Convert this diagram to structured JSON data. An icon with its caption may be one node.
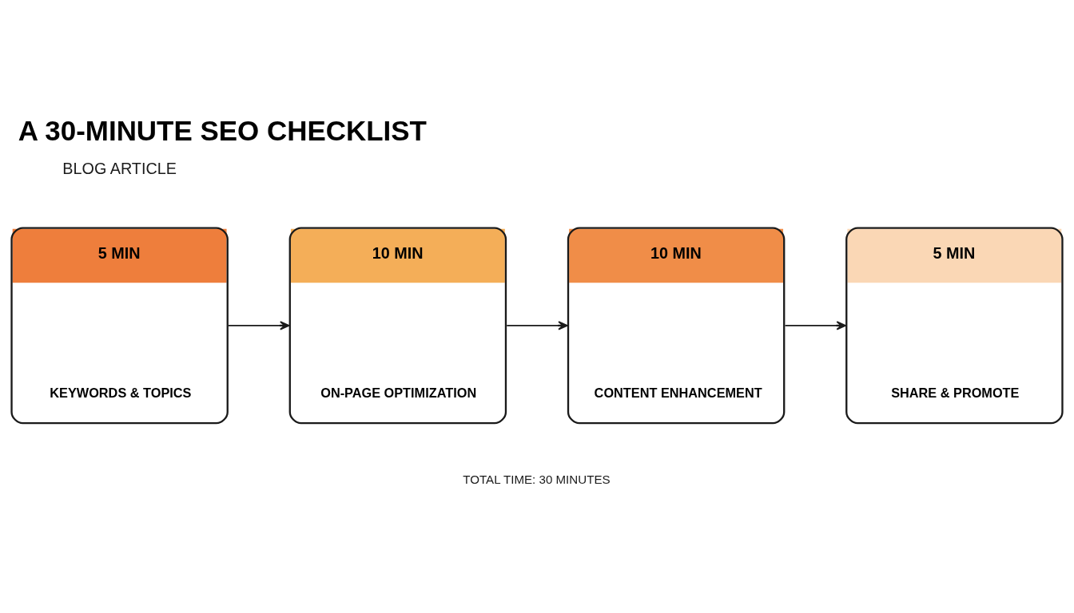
{
  "diagram": {
    "title": "A 30-MINUTE SEO CHECKLIST",
    "nodes": [
      {
        "text": [
          "5 MIN",
          "KEYWORDS & TOPICS"
        ]
      },
      {
        "text": [
          "10 MIN",
          "ON-PAGE OPTIMIZATION"
        ]
      },
      {
        "text": [
          "10 MIN",
          "CONTENT ENHANCEMENT"
        ]
      },
      {
        "text": [
          "5 MIN",
          "SHARE & PROMOTE"
        ]
      }
    ],
    "edges": [
      {
        "from": 0,
        "to": 1,
        "arrow": "to"
      },
      {
        "from": 1,
        "to": 2,
        "arrow": "to"
      },
      {
        "from": 2,
        "to": 3,
        "arrow": "to"
      }
    ],
    "labels": [
      "BLOG ARTICLE",
      "TOTAL TIME: 30 MINUTES"
    ]
  }
}
